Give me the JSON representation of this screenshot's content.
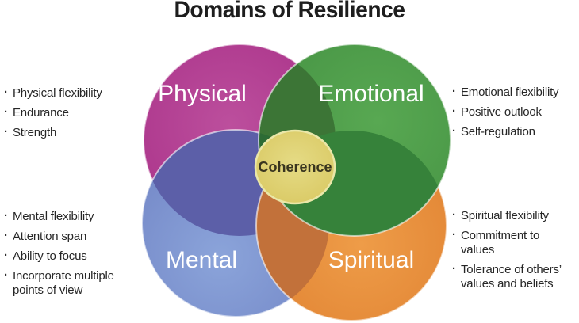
{
  "title": "Domains of Resilience",
  "diagram": {
    "type": "venn",
    "circles": [
      {
        "id": "physical",
        "label": "Physical",
        "color": "#b2368e"
      },
      {
        "id": "emotional",
        "label": "Emotional",
        "color": "#4fa34c"
      },
      {
        "id": "mental",
        "label": "Mental",
        "color": "#8099d4"
      },
      {
        "id": "spiritual",
        "label": "Spiritual",
        "color": "#e88b3c"
      }
    ],
    "center": {
      "id": "coherence",
      "label": "Coherence",
      "color": "#ddd27a"
    },
    "overlap_colors": {
      "physical_mental": "#5c5fa8",
      "mental_spiritual": "#c2713a",
      "emotional_physical": "#3c7536",
      "emotional_mental": "#2d6b35",
      "emotional_spiritual": "#36823a"
    }
  },
  "lists": {
    "left_top": {
      "items": [
        "Physical flexibility",
        "Endurance",
        "Strength"
      ]
    },
    "left_bottom": {
      "items": [
        "Mental flexibility",
        "Attention span",
        "Ability to focus",
        "Incorporate multiple points of view"
      ]
    },
    "right_top": {
      "items": [
        "Emotional flexibility",
        "Positive outlook",
        "Self-regulation"
      ]
    },
    "right_bottom": {
      "items": [
        "Spiritual flexibility",
        "Commitment to values",
        "Tolerance of others’ values and beliefs"
      ]
    }
  }
}
